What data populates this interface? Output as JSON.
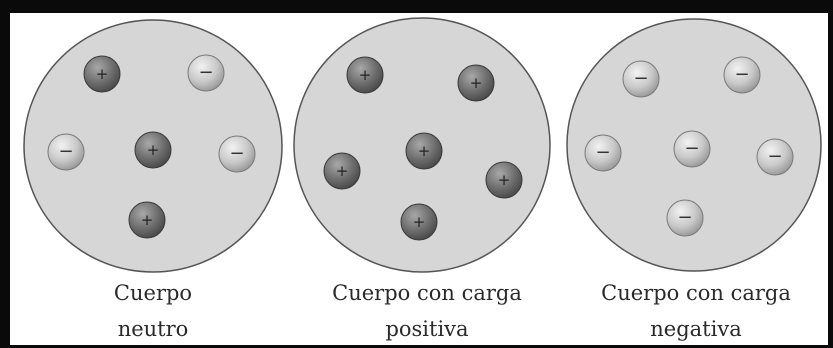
{
  "panels": [
    {
      "caption": [
        "Cuerpo",
        "neutro"
      ],
      "charges": [
        "+",
        "−",
        "−",
        "+",
        "−",
        "+"
      ]
    },
    {
      "caption": [
        "Cuerpo con carga",
        "positiva"
      ],
      "charges": [
        "+",
        "+",
        "+",
        "+",
        "+",
        "+"
      ]
    },
    {
      "caption": [
        "Cuerpo con carga",
        "negativa"
      ],
      "charges": [
        "−",
        "−",
        "−",
        "−",
        "−",
        "−"
      ]
    }
  ],
  "colors": {
    "body_fill": "#d6d6d6",
    "positive": "#6e6e6e",
    "negative": "#c9c9c9"
  }
}
